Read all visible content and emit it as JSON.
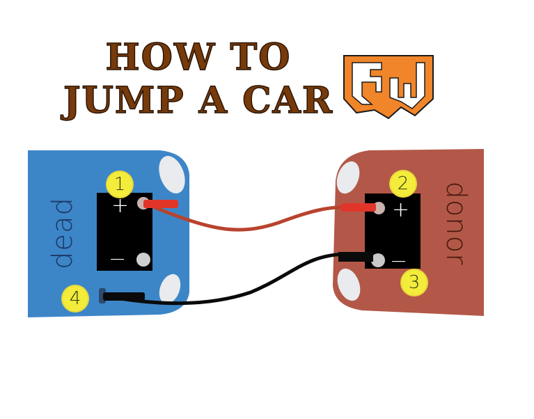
{
  "title": {
    "line1": "HOW TO",
    "line2": "JUMP A CAR",
    "color": "#773a0b"
  },
  "logo": {
    "text": "GW",
    "color": "#f0852a"
  },
  "cars": {
    "dead": {
      "label": "dead",
      "color": "#3c86c8"
    },
    "donor": {
      "label": "donor",
      "color": "#b35848"
    }
  },
  "battery": {
    "positive_symbol": "+",
    "negative_symbol": "−"
  },
  "steps": [
    {
      "number": "1",
      "location": "dead battery positive terminal"
    },
    {
      "number": "2",
      "location": "donor battery positive terminal"
    },
    {
      "number": "3",
      "location": "donor battery negative terminal"
    },
    {
      "number": "4",
      "location": "dead car ground"
    }
  ],
  "cables": {
    "positive": {
      "color": "#b8432e",
      "clamp_color": "#e2352a"
    },
    "negative": {
      "color": "#0a0a0a"
    }
  }
}
